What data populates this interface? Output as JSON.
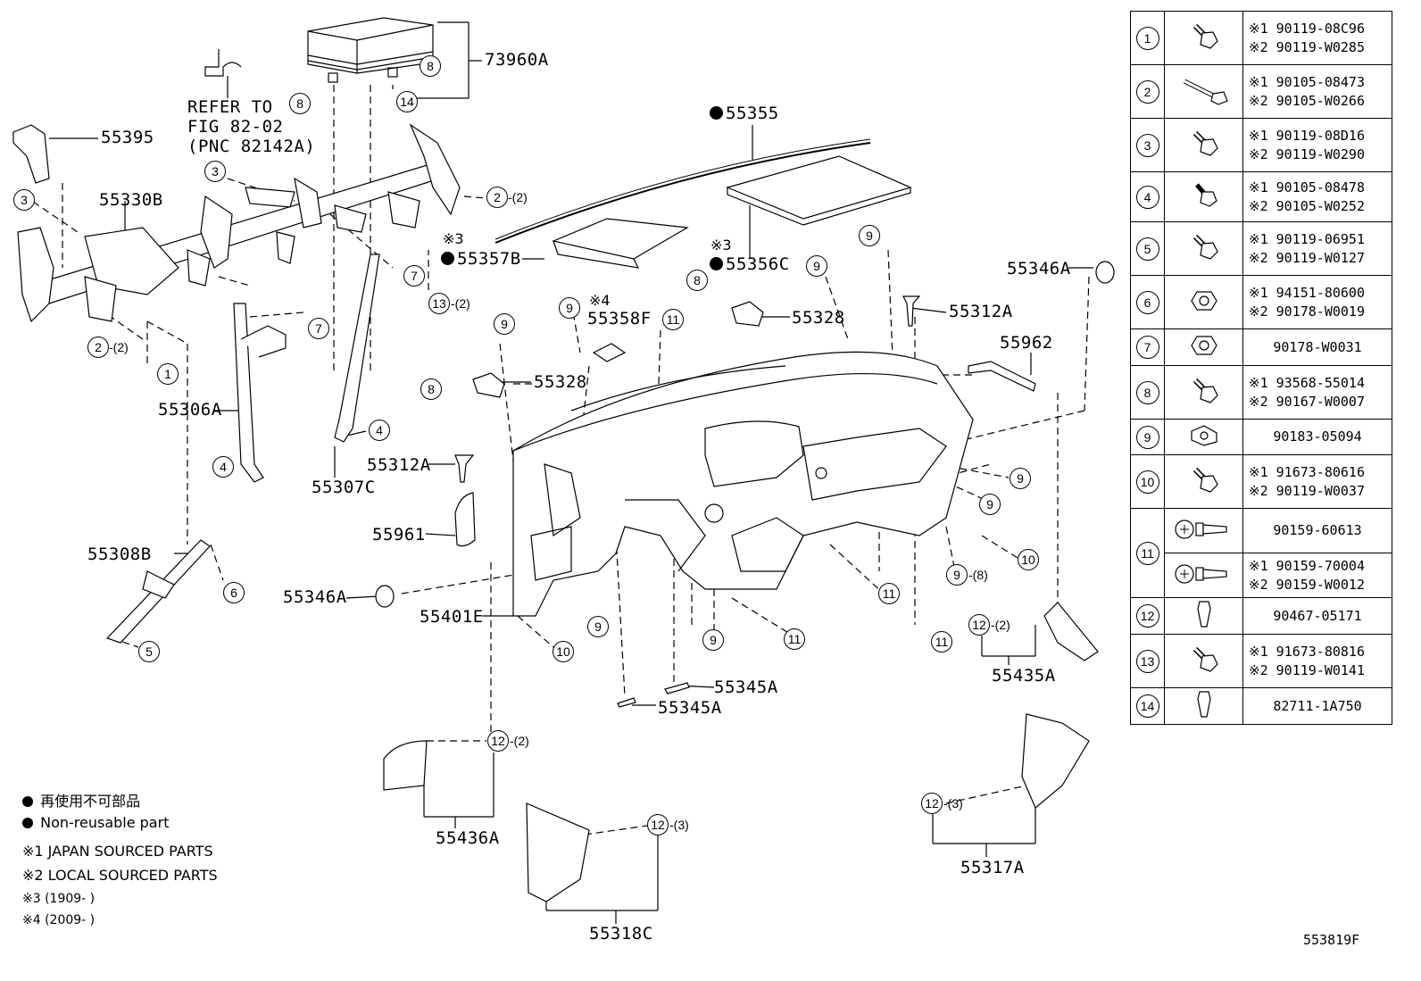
{
  "labels": {
    "p73960A": "73960A",
    "refer": [
      "REFER TO",
      "FIG 82-02",
      "(PNC 82142A)"
    ],
    "p55395": "55395",
    "p55330B": "55330B",
    "p55355": "55355",
    "p55357B": "55357B",
    "p55356C": "55356C",
    "p55346A_r": "55346A",
    "p55312A_r": "55312A",
    "p55328_r": "55328",
    "p55358F": "55358F",
    "p55962": "55962",
    "p55328_l": "55328",
    "p55306A": "55306A",
    "p55312A_l": "55312A",
    "p55307C": "55307C",
    "p55961": "55961",
    "p55308B": "55308B",
    "p55346A_l": "55346A",
    "p55401E": "55401E",
    "p55345A_a": "55345A",
    "p55345A_b": "55345A",
    "p55435A": "55435A",
    "p55436A": "55436A",
    "p55318C": "55318C",
    "p55317A": "55317A",
    "mark3a": "※3",
    "mark3b": "※3",
    "mark4": "※4"
  },
  "callouts": {
    "c8a": "8",
    "c8b": "8",
    "c14": "14",
    "c3a": "3",
    "c3b": "3",
    "c2a": "2",
    "c2a_q": "-(2)",
    "c2b": "2",
    "c2b_q": "-(2)",
    "c1": "1",
    "c7a": "7",
    "c7b": "7",
    "c13": "13",
    "c13_q": "-(2)",
    "c9a": "9",
    "c11a": "11",
    "c8c": "8",
    "c9b": "9",
    "c9c": "9",
    "c9d": "9",
    "c8d": "8",
    "c4a": "4",
    "c4b": "4",
    "c6": "6",
    "c5": "5",
    "c9e": "9",
    "c9f": "9",
    "c10a": "10",
    "c9g": "9",
    "c9g_q": "-(8)",
    "c11b": "11",
    "c11c": "11",
    "c11d": "11",
    "c9h": "9",
    "c10b": "10",
    "c12a": "12",
    "c12a_q": "-(2)",
    "c12b": "12",
    "c12b_q": "-(2)",
    "c12c": "12",
    "c12c_q": "-(3)",
    "c12d": "12",
    "c12d_q": "-(3)"
  },
  "legend": {
    "jp_nonreusable": "再使用不可部品",
    "en_nonreusable": "Non-reusable part",
    "note1": "※1  JAPAN  SOURCED  PARTS",
    "note2": "※2  LOCAL  SOURCED  PARTS",
    "note3": "※3 (1909-      )",
    "note4": "※4 (2009-      )"
  },
  "parts_table": [
    {
      "num": "1",
      "icon": "flange-bolt-icon",
      "lines": [
        "※1  90119-08C96",
        "※2  90119-W0285"
      ]
    },
    {
      "num": "2",
      "icon": "long-bolt-icon",
      "lines": [
        "※1  90105-08473",
        "※2  90105-W0266"
      ]
    },
    {
      "num": "3",
      "icon": "flange-bolt-icon",
      "lines": [
        "※1  90119-08D16",
        "※2  90119-W0290"
      ]
    },
    {
      "num": "4",
      "icon": "short-bolt-icon",
      "lines": [
        "※1  90105-08478",
        "※2  90105-W0252"
      ]
    },
    {
      "num": "5",
      "icon": "flange-bolt-icon",
      "lines": [
        "※1  90119-06951",
        "※2  90119-W0127"
      ]
    },
    {
      "num": "6",
      "icon": "nut-icon",
      "lines": [
        "※1  94151-80600",
        "※2  90178-W0019"
      ]
    },
    {
      "num": "7",
      "icon": "nut-icon",
      "lines": [
        "90178-W0031"
      ]
    },
    {
      "num": "8",
      "icon": "flange-bolt-icon",
      "lines": [
        "※1  93568-55014",
        "※2  90167-W0007"
      ]
    },
    {
      "num": "9",
      "icon": "clip-nut-icon",
      "lines": [
        "90183-05094"
      ]
    },
    {
      "num": "10",
      "icon": "flange-bolt-icon",
      "lines": [
        "※1  91673-80616",
        "※2  90119-W0037"
      ]
    },
    {
      "num": "11",
      "icon": "screw-icon",
      "sub": [
        {
          "icon": "screw-icon",
          "lines": [
            "90159-60613"
          ]
        },
        {
          "icon": "screw-icon",
          "lines": [
            "※1  90159-70004",
            "※2  90159-W0012"
          ]
        }
      ]
    },
    {
      "num": "12",
      "icon": "clip-icon",
      "lines": [
        "90467-05171"
      ]
    },
    {
      "num": "13",
      "icon": "flange-bolt-icon",
      "lines": [
        "※1  91673-80816",
        "※2  90119-W0141"
      ]
    },
    {
      "num": "14",
      "icon": "clip-icon",
      "lines": [
        "82711-1A750"
      ]
    }
  ],
  "figure_id": "553819F"
}
